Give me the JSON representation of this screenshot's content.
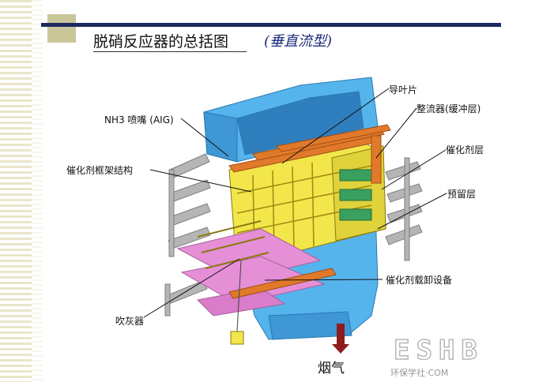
{
  "title": "脱硝反应器的总括图",
  "subtitle": "(垂直流型)",
  "labels": {
    "guide_vane": "导叶片",
    "rectifier": "整流器(缓冲层)",
    "nh3_nozzle": "NH3 喷嘴 (AIG)",
    "catalyst_layer": "催化剂层",
    "catalyst_frame": "催化剂框架结构",
    "reserved_layer": "预留层",
    "loading_equipment": "催化剂载卸设备",
    "soot_blower": "吹灰器",
    "flue_gas": "烟气"
  },
  "watermark": {
    "big": "ESHB",
    "small": "环保学社·COM"
  },
  "colors": {
    "duct_blue": "#45a9e6",
    "frame_yellow": "#f2e64a",
    "orange": "#e07a2a",
    "magenta": "#e58fd6",
    "gray_rail": "#a6a6a6",
    "arrow_red": "#8b1d1d"
  }
}
